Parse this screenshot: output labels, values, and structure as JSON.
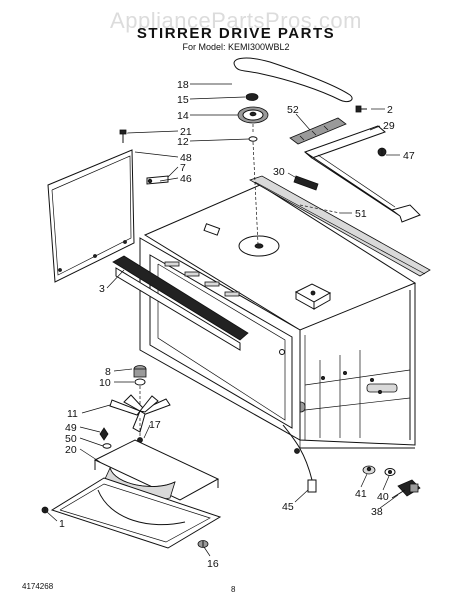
{
  "watermark": "AppliancePartsPros.com",
  "title": "STIRRER DRIVE PARTS",
  "subtitle": "For Model: KEMI300WBL2",
  "callouts": [
    "18",
    "15",
    "14",
    "12",
    "21",
    "48",
    "7",
    "46",
    "3",
    "52",
    "2",
    "29",
    "47",
    "30",
    "51",
    "8",
    "10",
    "11",
    "49",
    "50",
    "20",
    "17",
    "1",
    "16",
    "45",
    "41",
    "40",
    "38"
  ],
  "footer_left": "4174268",
  "footer_center": "8"
}
